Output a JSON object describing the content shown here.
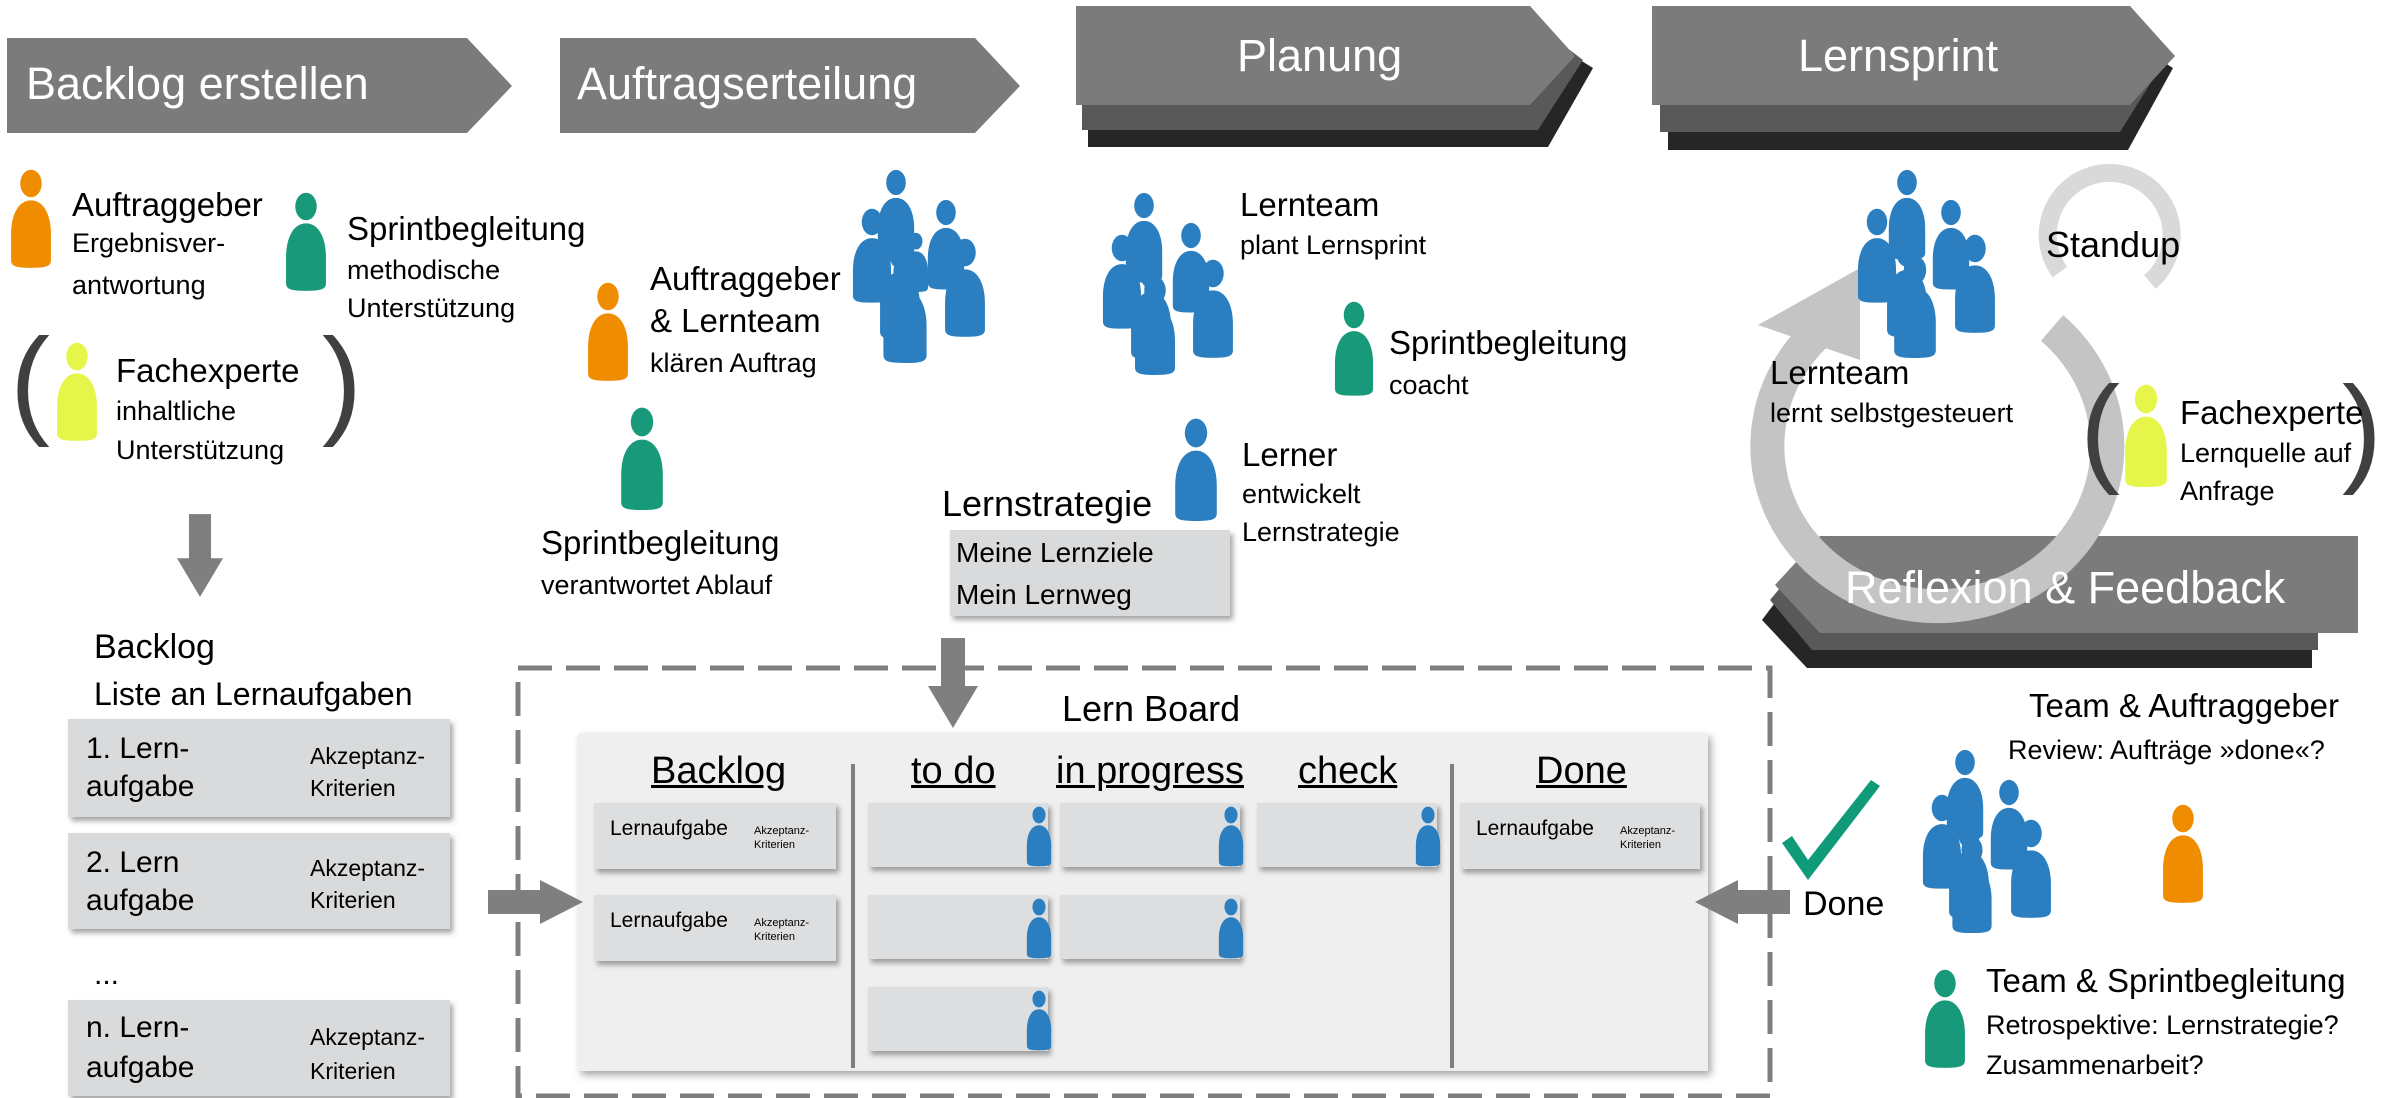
{
  "colors": {
    "banner": "#7b7b7b",
    "banner_shadow_1": "#595959",
    "banner_shadow_2": "#262626",
    "blue": "#2b7fc1",
    "orange": "#f08c00",
    "green": "#17997a",
    "yellow": "#e6f54a",
    "arrow": "#7f7f7f",
    "check": "#0f9b7a"
  },
  "banners": {
    "backlog": "Backlog erstellen",
    "auftrag": "Auftragserteilung",
    "planung": "Planung",
    "lernsprint": "Lernsprint",
    "reflexion": "Reflexion & Feedback"
  },
  "section1": {
    "auftraggeber_title": "Auftraggeber",
    "auftraggeber_desc": [
      "Ergebnisver-",
      "antwortung"
    ],
    "sprint_title": "Sprintbegleitung",
    "sprint_desc": [
      "methodische",
      "Unterstützung"
    ],
    "fach_title": "Fachexperte",
    "fach_desc": [
      "inhaltliche",
      "Unterstützung"
    ],
    "backlog_title": "Backlog",
    "backlog_subtitle": "Liste an Lernaufgaben",
    "items": [
      {
        "task": [
          "1. Lern-",
          "aufgabe"
        ],
        "criteria": [
          "Akzeptanz-",
          "Kriterien"
        ]
      },
      {
        "task": [
          "2. Lern",
          "aufgabe"
        ],
        "criteria": [
          "Akzeptanz-",
          "Kriterien"
        ]
      },
      {
        "task": [
          "n. Lern-",
          "aufgabe"
        ],
        "criteria": [
          "Akzeptanz-",
          "Kriterien"
        ]
      }
    ],
    "ellipsis": "..."
  },
  "section2": {
    "title": [
      "Auftraggeber",
      "& Lernteam"
    ],
    "desc": "klären Auftrag",
    "sprint_title": "Sprintbegleitung",
    "sprint_desc": "verantwortet Ablauf"
  },
  "section3": {
    "team_title": "Lernteam",
    "team_desc": "plant Lernsprint",
    "sprint_title": "Sprintbegleitung",
    "sprint_desc": "coacht",
    "lerner_title": "Lerner",
    "lerner_desc": [
      "entwickelt",
      "Lernstrategie"
    ],
    "strategy_title": "Lernstrategie",
    "strategy_items": [
      "Meine Lernziele",
      "Mein Lernweg"
    ]
  },
  "section4": {
    "standup": "Standup",
    "team_title": "Lernteam",
    "team_desc": "lernt selbstgesteuert",
    "fach_title": "Fachexperte",
    "fach_desc": [
      "Lernquelle auf",
      "Anfrage"
    ]
  },
  "board": {
    "title": "Lern Board",
    "columns": [
      "Backlog",
      "to do",
      "in progress",
      "check",
      "Done"
    ],
    "card_title": "Lernaufgabe",
    "card_sub": [
      "Akzeptanz-",
      "Kriterien"
    ]
  },
  "section5": {
    "review_title": "Team & Auftraggeber",
    "review_desc": "Review: Aufträge »done«?",
    "done": "Done",
    "retro_title": "Team & Sprintbegleitung",
    "retro_desc": [
      "Retrospektive: Lernstrategie?",
      "Zusammenarbeit?"
    ]
  }
}
